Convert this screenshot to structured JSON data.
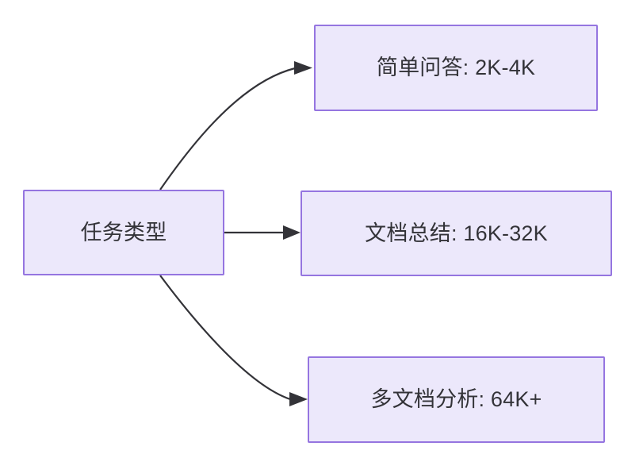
{
  "diagram": {
    "title": "任务类型",
    "type": "flowchart",
    "direction": "left-to-right",
    "background_color": "#ffffff",
    "node_fill_color": "#ece8fb",
    "node_border_color": "#9575e0",
    "node_text_color": "#333338",
    "edge_color": "#333338",
    "root": {
      "id": "root",
      "label": "任务类型"
    },
    "branches": [
      {
        "id": "simple-qa",
        "label": "简单问答: 2K-4K",
        "task": "简单问答",
        "context_length": "2K-4K",
        "edge_style": "curved"
      },
      {
        "id": "doc-summary",
        "label": "文档总结: 16K-32K",
        "task": "文档总结",
        "context_length": "16K-32K",
        "edge_style": "straight"
      },
      {
        "id": "multi-doc",
        "label": "多文档分析: 64K+",
        "task": "多文档分析",
        "context_length": "64K+",
        "edge_style": "curved"
      }
    ]
  }
}
